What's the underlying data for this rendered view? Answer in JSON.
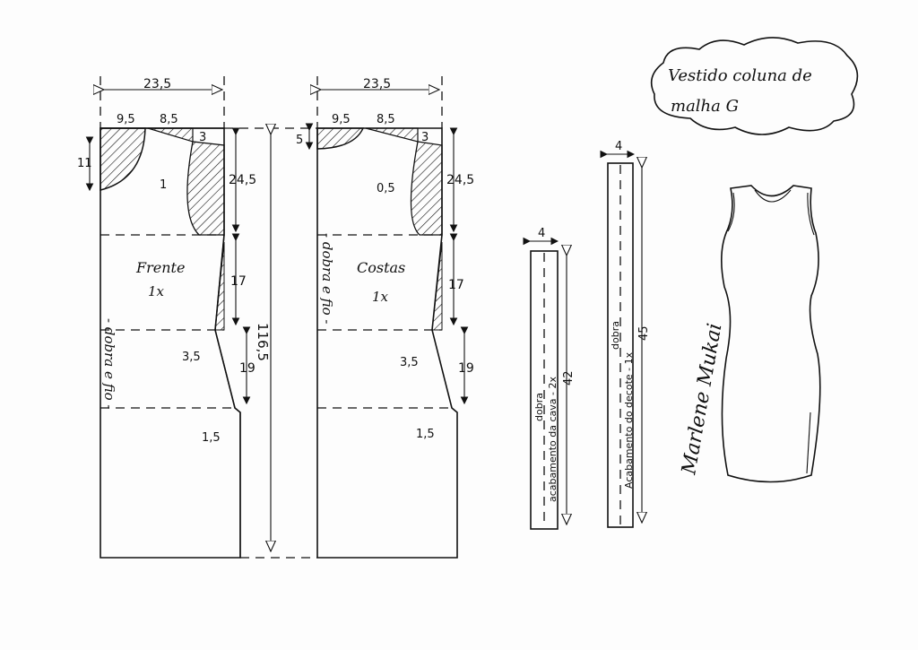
{
  "title": {
    "line1": "Vestido coluna de",
    "line2": "malha G"
  },
  "front": {
    "name": "Frente",
    "qty": "1x",
    "fold": "- dobra e fio -",
    "width": "23,5",
    "neck_width": "9,5",
    "shoulder": "8,5",
    "shoulder_drop": "3",
    "neck_depth": "11",
    "armhole_offset": "1",
    "armhole_height": "24,5",
    "waist_height": "17",
    "hip_height": "19",
    "waist_in": "3,5",
    "hem_out": "1,5"
  },
  "back": {
    "name": "Costas",
    "qty": "1x",
    "fold": "- dobra e fio -",
    "width": "23,5",
    "neck_width": "9,5",
    "shoulder": "8,5",
    "shoulder_drop": "3",
    "neck_depth": "5",
    "armhole_offset": "0,5",
    "armhole_height": "24,5",
    "waist_height": "17",
    "hip_height": "19",
    "waist_in": "3,5",
    "hem_out": "1,5"
  },
  "total_length": "116,5",
  "strips": [
    {
      "width": "4",
      "fold": "dobra",
      "label": "acabamento da cava - 2x",
      "length": "42"
    },
    {
      "width": "4",
      "fold": "dobra",
      "label": "Acabamento do decote - 1x",
      "length": "45"
    }
  ],
  "signature": "Marlene Mukai"
}
